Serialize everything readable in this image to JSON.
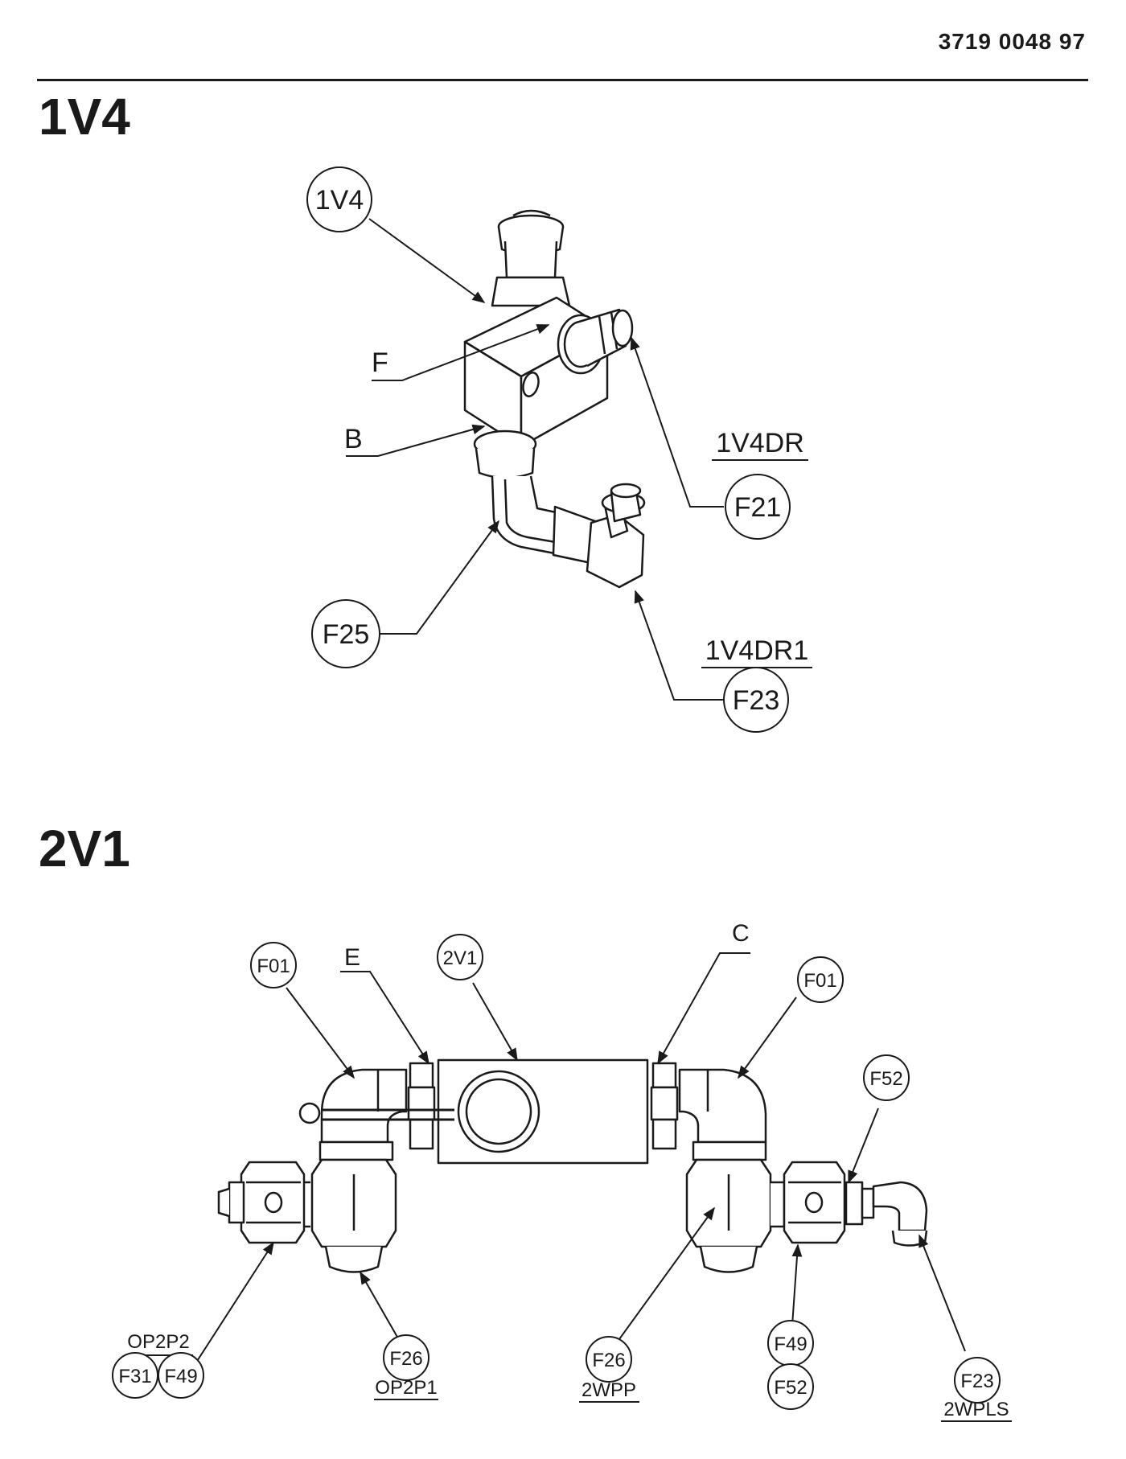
{
  "document_number": "3719 0048 97",
  "sections": [
    {
      "title": "1V4",
      "callouts": {
        "balloon_main": "1V4",
        "port_f": "F",
        "port_b": "B",
        "label_1v4dr": "1V4DR",
        "balloon_f21": "F21",
        "balloon_f25": "F25",
        "label_1v4dr1": "1V4DR1",
        "balloon_f23": "F23"
      }
    },
    {
      "title": "2V1",
      "callouts": {
        "balloon_f01_left": "F01",
        "port_e": "E",
        "balloon_main": "2V1",
        "port_c": "C",
        "balloon_f01_right": "F01",
        "balloon_f52_top": "F52",
        "label_op2p2": "OP2P2",
        "balloon_f31": "F31",
        "balloon_f49_left": "F49",
        "balloon_f26_left": "F26",
        "label_op2p1": "OP2P1",
        "balloon_f26_mid": "F26",
        "label_2wpp": "2WPP",
        "balloon_f49_right": "F49",
        "balloon_f52_bottom": "F52",
        "balloon_f23": "F23",
        "label_2wpls": "2WPLS"
      }
    }
  ]
}
